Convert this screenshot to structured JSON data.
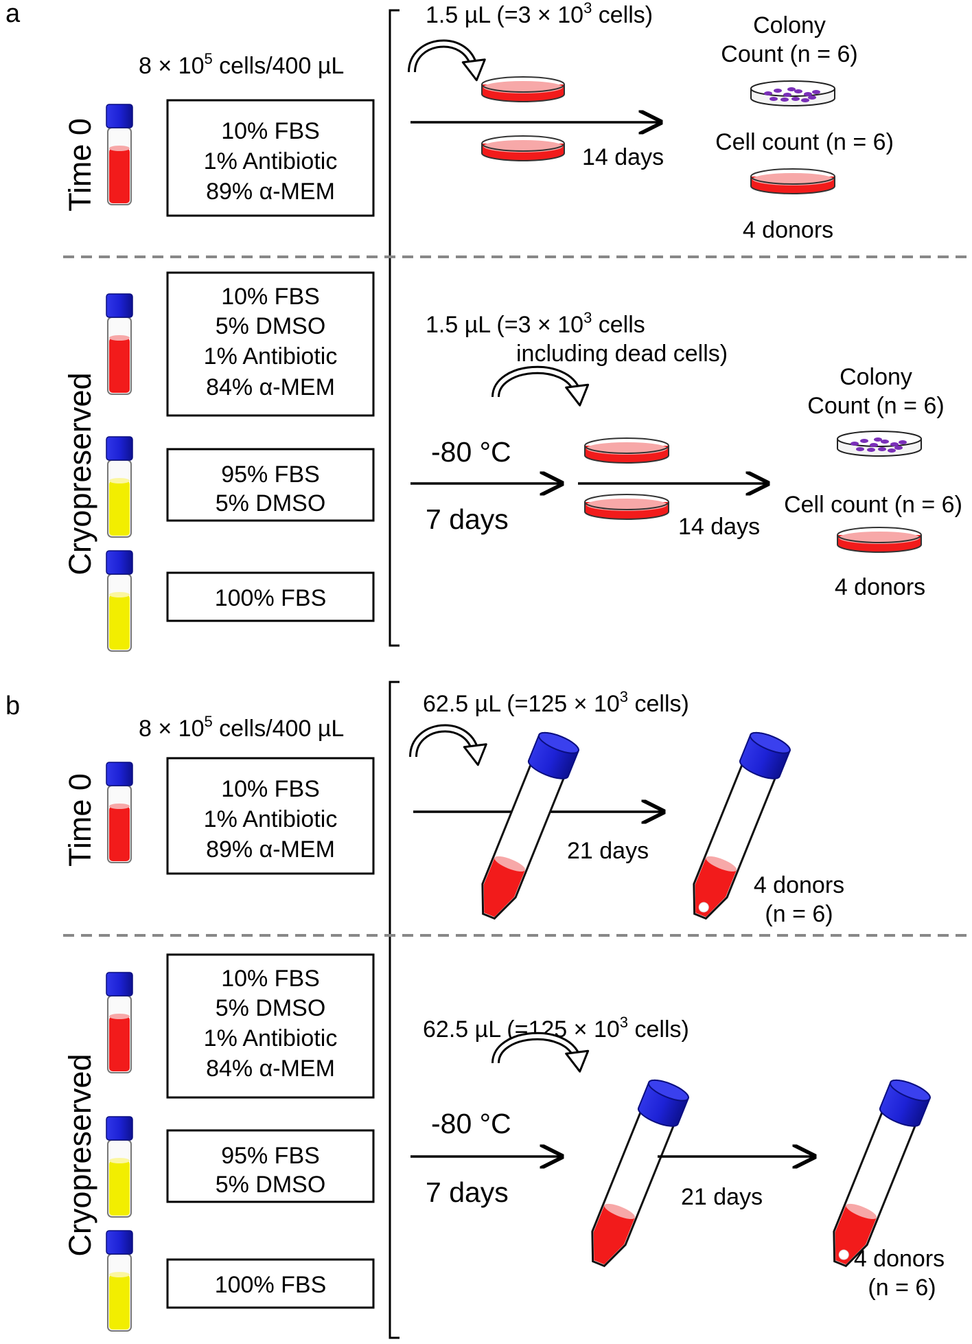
{
  "colors": {
    "cap": "#1d22d6",
    "red_medium": "#f21b1b",
    "yellow_medium": "#f2ee00",
    "pink_surface": "#f7a8a8",
    "colony": "#7a2fb8",
    "divider": "#888888"
  },
  "icons": [
    "vial-icon",
    "culture-dish-icon",
    "colony-dish-icon",
    "conical-tube-icon",
    "transfer-arrow-icon"
  ],
  "panel_a": {
    "label": "a",
    "concentration": {
      "base": "8 × 10",
      "exp": "5",
      "rest": " cells/400 µL"
    },
    "time0": {
      "label": "Time 0",
      "medium": [
        "10% FBS",
        "1% Antibiotic",
        "89% α-MEM"
      ],
      "transfer": {
        "base": "1.5 µL (=3 × 10",
        "exp": "3",
        "rest": " cells)"
      },
      "duration": "14 days",
      "colony_count": [
        "Colony",
        "Count (n = 6)"
      ],
      "cell_count": "Cell count (n = 6)",
      "donors": "4 donors"
    },
    "cryo": {
      "label": "Cryopreserved",
      "media": [
        [
          "10% FBS",
          "5% DMSO",
          "1% Antibiotic",
          "84% α-MEM"
        ],
        [
          "95% FBS",
          "5% DMSO"
        ],
        [
          "100% FBS"
        ]
      ],
      "transfer": {
        "base": "1.5 µL (=3 × 10",
        "exp": "3",
        "rest": " cells"
      },
      "transfer_note": "including dead cells)",
      "temperature": "-80 °C",
      "storage_days": "7 days",
      "duration": "14 days",
      "colony_count": [
        "Colony",
        "Count (n = 6)"
      ],
      "cell_count": "Cell count (n = 6)",
      "donors": "4 donors"
    }
  },
  "panel_b": {
    "label": "b",
    "concentration": {
      "base": "8 × 10",
      "exp": "5",
      "rest": " cells/400 µL"
    },
    "time0": {
      "label": "Time 0",
      "medium": [
        "10% FBS",
        "1% Antibiotic",
        "89% α-MEM"
      ],
      "transfer": {
        "base": "62.5 µL (=125 × 10",
        "exp": "3",
        "rest": " cells)"
      },
      "duration": "21 days",
      "donors": "4 donors",
      "n": "(n = 6)"
    },
    "cryo": {
      "label": "Cryopreserved",
      "media": [
        [
          "10% FBS",
          "5% DMSO",
          "1% Antibiotic",
          "84% α-MEM"
        ],
        [
          "95% FBS",
          "5% DMSO"
        ],
        [
          "100% FBS"
        ]
      ],
      "transfer": {
        "base": "62.5 µL (=125 × 10",
        "exp": "3",
        "rest": " cells)"
      },
      "temperature": "-80 °C",
      "storage_days": "7 days",
      "duration": "21 days",
      "donors": "4 donors",
      "n": "(n = 6)"
    }
  }
}
